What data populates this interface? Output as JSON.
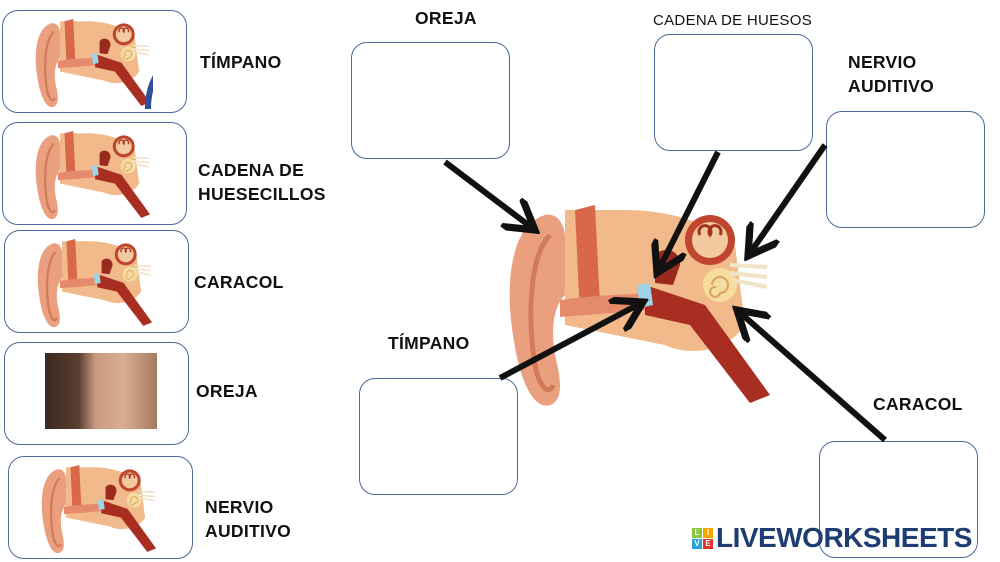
{
  "cards": [
    {
      "label_lines": [
        "TÍMPANO"
      ],
      "image": "ear-diagram-eardrum-circled"
    },
    {
      "label_lines": [
        "CADENA DE",
        "HUESECILLOS"
      ],
      "image": "ear-diagram-ossicles-circled"
    },
    {
      "label_lines": [
        "CARACOL"
      ],
      "image": "ear-diagram-cochlea-circled"
    },
    {
      "label_lines": [
        "OREJA"
      ],
      "image": "ear-photo"
    },
    {
      "label_lines": [
        "NERVIO",
        "AUDITIVO"
      ],
      "image": "ear-diagram-nerve-circled"
    }
  ],
  "diagram_labels": {
    "oreja": "OREJA",
    "cadena": "CADENA DE HUESOS",
    "nervio_1": "NERVIO",
    "nervio_2": "AUDITIVO",
    "timpano": "TÍMPANO",
    "caracol": "CARACOL"
  },
  "logo": {
    "text": "LIVEWORKSHEETS",
    "tiles": [
      "L",
      "I",
      "V",
      "E"
    ],
    "tile_colors": [
      "#8cc63f",
      "#f7a600",
      "#29a3dc",
      "#e5332a"
    ]
  },
  "colors": {
    "border": "#4a6b9a",
    "circle": "#2f4f9a",
    "logo": "#1d3d72"
  }
}
